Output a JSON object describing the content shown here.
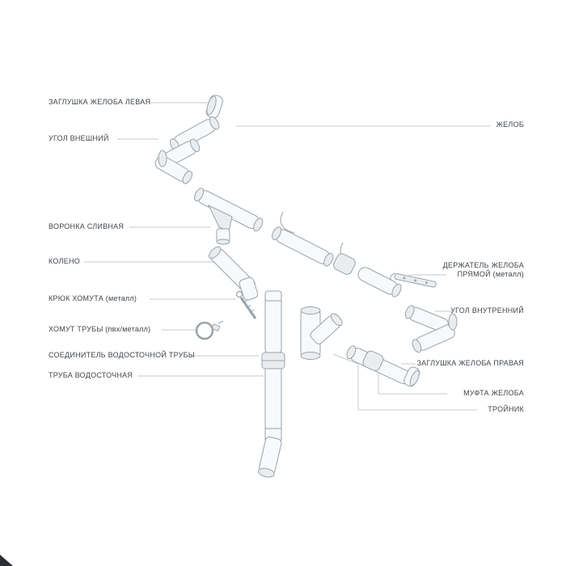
{
  "colors": {
    "background": "#ffffff",
    "part_stroke": "#9aa3ab",
    "part_fill_light": "#f7f9fa",
    "part_fill_shade": "#e9edf0",
    "leader_line": "#c3c9ce",
    "label_text": "#3f454b"
  },
  "labels": {
    "left": [
      {
        "id": "gutter-end-cap-left",
        "text": "ЗАГЛУШКА ЖЕЛОБА ЛЕВАЯ"
      },
      {
        "id": "outer-corner",
        "text": "УГОЛ ВНЕШНИЙ"
      },
      {
        "id": "drain-funnel",
        "text": "ВОРОНКА СЛИВНАЯ"
      },
      {
        "id": "elbow",
        "text": "КОЛЕНО"
      },
      {
        "id": "clamp-hook",
        "text": "КРЮК ХОМУТА (металл)"
      },
      {
        "id": "pipe-clamp",
        "text": "ХОМУТ ТРУБЫ (пвх/металл)"
      },
      {
        "id": "downpipe-connector",
        "text": "СОЕДИНИТЕЛЬ ВОДОСТОЧНОЙ ТРУБЫ"
      },
      {
        "id": "downpipe",
        "text": "ТРУБА ВОДОСТОЧНАЯ"
      }
    ],
    "right": [
      {
        "id": "gutter",
        "text": "ЖЕЛОБ"
      },
      {
        "id": "gutter-holder",
        "lines": [
          "ДЕРЖАТЕЛЬ ЖЕЛОБА",
          "ПРЯМОЙ (металл)"
        ]
      },
      {
        "id": "inner-corner",
        "text": "УГОЛ ВНУТРЕННИЙ"
      },
      {
        "id": "gutter-end-cap-right",
        "text": "ЗАГЛУШКА ЖЕЛОБА ПРАВАЯ"
      },
      {
        "id": "gutter-coupling",
        "text": "МУФТА ЖЕЛОБА"
      },
      {
        "id": "tee",
        "text": "ТРОЙНИК"
      }
    ]
  }
}
